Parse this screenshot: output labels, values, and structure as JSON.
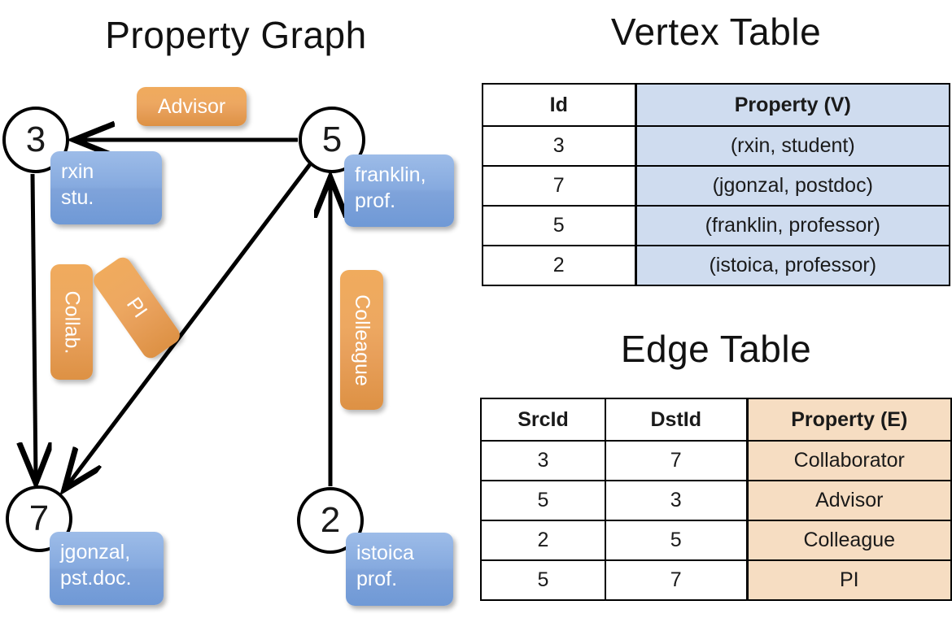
{
  "titles": {
    "property_graph": "Property Graph",
    "vertex_table": "Vertex Table",
    "edge_table": "Edge Table"
  },
  "graph": {
    "nodes": [
      {
        "id": "3",
        "label": "3",
        "property_lines": [
          "rxin",
          "stu."
        ]
      },
      {
        "id": "5",
        "label": "5",
        "property_lines": [
          "franklin,",
          "prof."
        ]
      },
      {
        "id": "7",
        "label": "7",
        "property_lines": [
          "jgonzal,",
          "pst.doc."
        ]
      },
      {
        "id": "2",
        "label": "2",
        "property_lines": [
          "istoica",
          "prof."
        ]
      }
    ],
    "property_boxes": [
      {
        "name": "rxin",
        "line1": "rxin",
        "line2": "stu."
      },
      {
        "name": "franklin",
        "line1": "franklin,",
        "line2": "prof."
      },
      {
        "name": "jgonzal",
        "line1": "jgonzal,",
        "line2": "pst.doc."
      },
      {
        "name": "istoica",
        "line1": "istoica",
        "line2": "prof."
      }
    ],
    "edge_labels": [
      {
        "name": "advisor",
        "text": "Advisor"
      },
      {
        "name": "collab",
        "text": "Collab."
      },
      {
        "name": "pi",
        "text": "PI"
      },
      {
        "name": "colleague",
        "text": "Colleague"
      }
    ],
    "edges": [
      {
        "from": "5",
        "to": "3",
        "label": "Advisor"
      },
      {
        "from": "3",
        "to": "7",
        "label": "Collab."
      },
      {
        "from": "5",
        "to": "7",
        "label": "PI"
      },
      {
        "from": "2",
        "to": "5",
        "label": "Colleague"
      }
    ]
  },
  "vertex_table": {
    "headers": [
      "Id",
      "Property (V)"
    ],
    "rows": [
      {
        "id": "3",
        "property": "(rxin, student)"
      },
      {
        "id": "7",
        "property": "(jgonzal, postdoc)"
      },
      {
        "id": "5",
        "property": "(franklin, professor)"
      },
      {
        "id": "2",
        "property": "(istoica, professor)"
      }
    ]
  },
  "edge_table": {
    "headers": [
      "SrcId",
      "DstId",
      "Property (E)"
    ],
    "rows": [
      {
        "src": "3",
        "dst": "7",
        "property": "Collaborator"
      },
      {
        "src": "5",
        "dst": "3",
        "property": "Advisor"
      },
      {
        "src": "2",
        "dst": "5",
        "property": "Colleague"
      },
      {
        "src": "5",
        "dst": "7",
        "property": "PI"
      }
    ]
  },
  "colors": {
    "vertex_property_header": "#cfdcef",
    "edge_property_header": "#f6ddc2",
    "node_box_blue": "#7fa3da",
    "edge_label_orange": "#eda861",
    "background": "#ffffff",
    "stroke": "#000000"
  }
}
